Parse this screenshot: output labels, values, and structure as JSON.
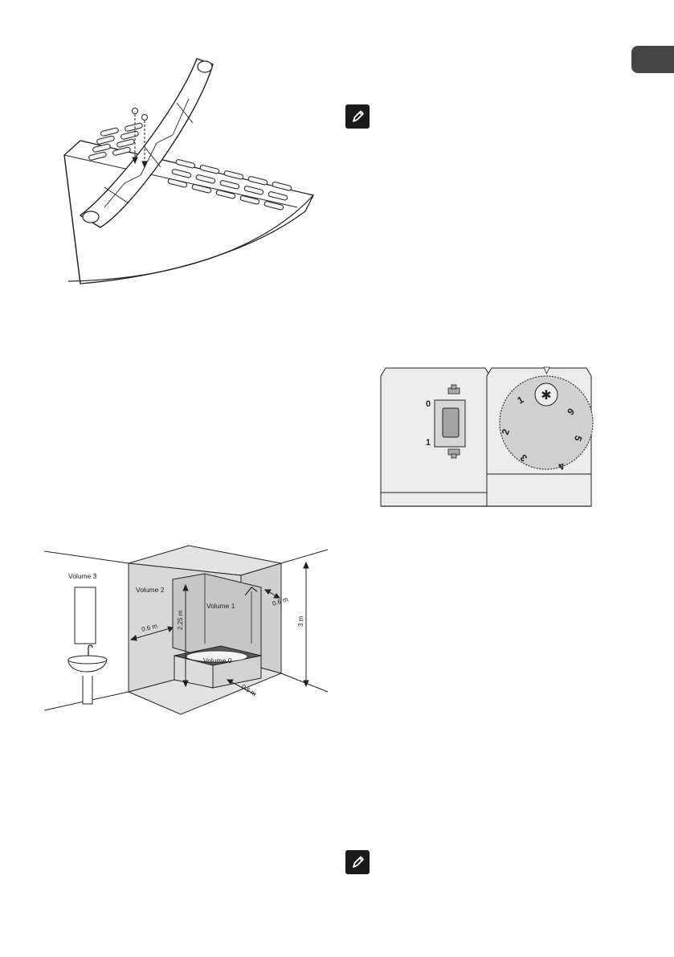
{
  "bathroom": {
    "volume3": "Volume 3",
    "volume2": "Volume 2",
    "volume1": "Volume 1",
    "volume0": "Volume 0",
    "dist_left": "0.6 m",
    "dist_right": "0.6 m",
    "dist_front": "0.6 m",
    "height_shower": "2.25 m",
    "height_room": "3 m"
  },
  "control_panel": {
    "switch_off": "0",
    "switch_on": "1",
    "dial_marks": [
      "1",
      "2",
      "3",
      "4",
      "5",
      "6"
    ],
    "frost_symbol": "✱"
  },
  "icons": {
    "note_icon": "pencil-icon",
    "language_tab": "language-tab"
  }
}
